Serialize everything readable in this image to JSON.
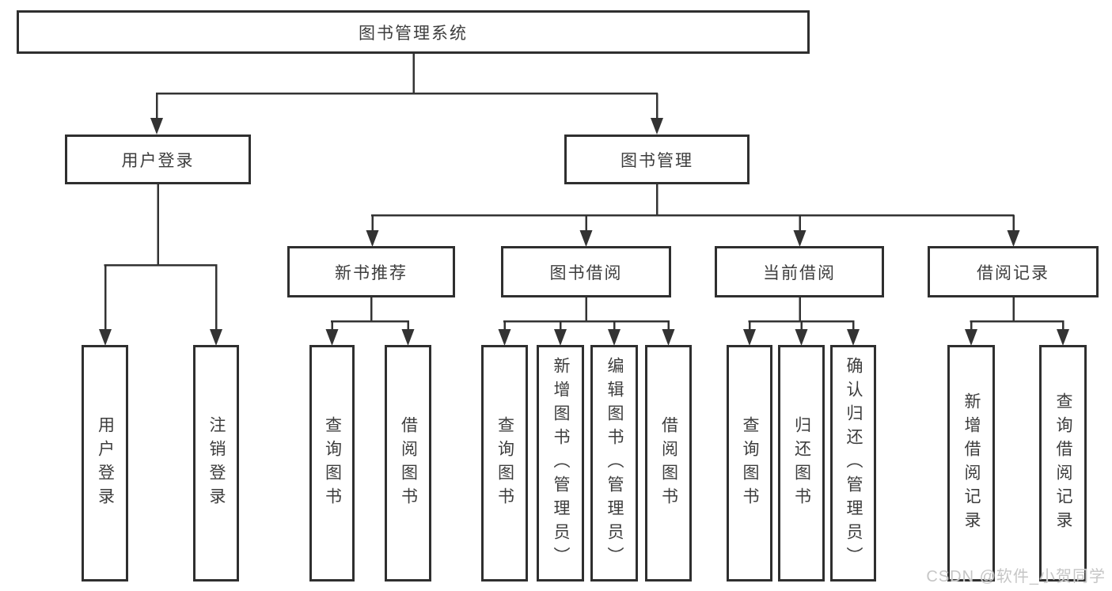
{
  "diagram": {
    "root": {
      "label": "图书管理系统"
    },
    "branches": [
      {
        "label": "用户登录",
        "children": [
          {
            "label": "用户登录"
          },
          {
            "label": "注销登录"
          }
        ]
      },
      {
        "label": "图书管理",
        "children": [
          {
            "label": "新书推荐",
            "children": [
              {
                "label": "查询图书"
              },
              {
                "label": "借阅图书"
              }
            ]
          },
          {
            "label": "图书借阅",
            "children": [
              {
                "label": "查询图书"
              },
              {
                "label": "新增图书（管理员）"
              },
              {
                "label": "编辑图书（管理员）"
              },
              {
                "label": "借阅图书"
              }
            ]
          },
          {
            "label": "当前借阅",
            "children": [
              {
                "label": "查询图书"
              },
              {
                "label": "归还图书"
              },
              {
                "label": "确认归还（管理员）"
              }
            ]
          },
          {
            "label": "借阅记录",
            "children": [
              {
                "label": "新增借阅记录"
              },
              {
                "label": "查询借阅记录"
              }
            ]
          }
        ]
      }
    ]
  },
  "watermark": "CSDN @软件_小贺同学",
  "colors": {
    "line": "#333333",
    "box_border": "#2f2f2f",
    "text": "#3d3d3d",
    "watermark": "#c6c6c6",
    "background": "#ffffff"
  }
}
